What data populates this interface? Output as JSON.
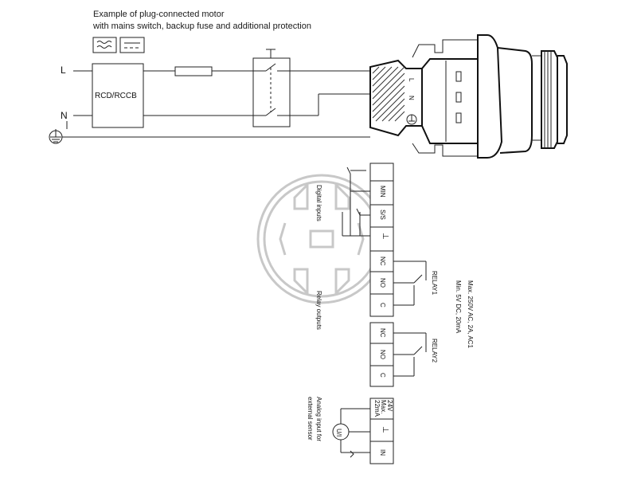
{
  "title": {
    "line1": "Example of plug-connected motor",
    "line2": "with mains switch, backup fuse and additional protection"
  },
  "mains": {
    "line_label": "L",
    "neutral_label": "N",
    "rcd_label": "RCD/RCCB"
  },
  "plug": {
    "l_label": "L",
    "n_label": "N"
  },
  "digital_inputs": {
    "caption": "Digital inputs",
    "terminals": [
      "MIN",
      "S/S",
      "⊥"
    ]
  },
  "relay_outputs": {
    "caption": "Relay outputs",
    "spec_line1": "Max. 250V AC, 2A, AC1",
    "spec_line2": "Min. 5V DC, 20mA",
    "relay1": {
      "label": "RELAY1",
      "terminals": [
        "NC",
        "NO",
        "C"
      ]
    },
    "relay2": {
      "label": "RELAY2",
      "terminals": [
        "NC",
        "NO",
        "C"
      ]
    }
  },
  "analog_input": {
    "caption_line1": "Analog input for",
    "caption_line2": "external sensor",
    "supply_lines": [
      "24V",
      "Max.",
      "22mA"
    ],
    "sensor_label": "U/I",
    "terminals": [
      "⊥",
      "IN"
    ]
  },
  "icons": [
    "ac-dc-symbol-icon",
    "dc-symbol-icon",
    "ground-icon",
    "watermark-logo-icon"
  ]
}
